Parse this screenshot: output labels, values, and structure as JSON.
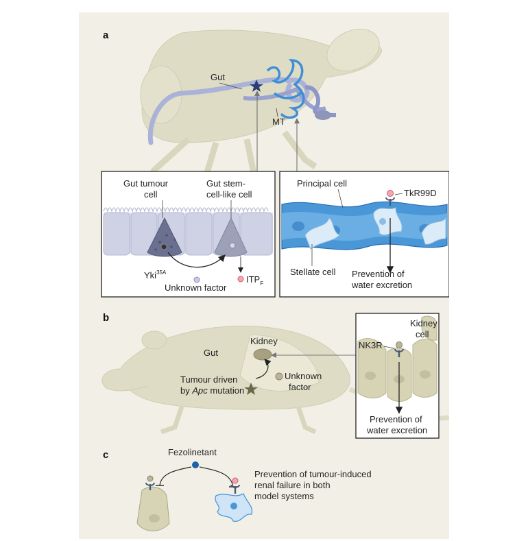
{
  "panels": {
    "a": {
      "label": "a",
      "fly": {
        "gut": "Gut",
        "mt": "MT"
      },
      "gut_box": {
        "gut_tumour_cell": [
          "Gut tumour",
          "cell"
        ],
        "gut_stem_cell": [
          "Gut stem-",
          "cell-like cell"
        ],
        "yki": "Yki",
        "yki_sup": "35A",
        "unknown_factor": "Unknown factor",
        "itp": "ITP",
        "itp_sub": "F"
      },
      "mt_box": {
        "principal_cell": "Principal cell",
        "receptor": "TkR99D",
        "stellate_cell": "Stellate cell",
        "prevention": [
          "Prevention of",
          "water excretion"
        ]
      }
    },
    "b": {
      "label": "b",
      "mouse": {
        "gut": "Gut",
        "kidney": "Kidney",
        "tumour": [
          "Tumour driven",
          "by ",
          "Apc",
          " mutation"
        ],
        "unknown_factor": [
          "Unknown",
          "factor"
        ]
      },
      "kidney_box": {
        "receptor": "NK3R",
        "kidney_cell": [
          "Kidney",
          "cell"
        ],
        "prevention": [
          "Prevention of",
          "water excretion"
        ]
      }
    },
    "c": {
      "label": "c",
      "drug": "Fezolinetant",
      "outcome": [
        "Prevention of tumour-induced",
        "renal failure in both",
        "model systems"
      ]
    }
  },
  "colors": {
    "background": "#f2f0e6",
    "gut_blue": "#8e9ad0",
    "tubule_blue": "#3f8fd6",
    "receptor_pink": "#e8707a",
    "drug_blue": "#1f5fa8",
    "kidney_beige": "#d7d4b6"
  }
}
